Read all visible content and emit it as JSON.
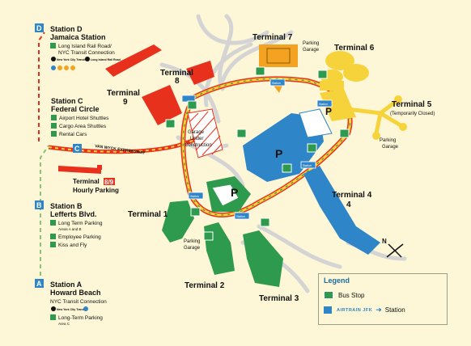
{
  "stations": {
    "d": {
      "badge": "D",
      "name": "Station D",
      "sub": "Jamaica Station",
      "items": [
        "Long Island Rail Road/",
        "NYC Transit Connection"
      ],
      "logos": [
        "New York City Transit",
        "Long Island Rail Road"
      ]
    },
    "c": {
      "badge": "C",
      "name": "Station C",
      "sub": "Federal Circle",
      "items": [
        "Airport Hotel Shuttles",
        "Cargo Area Shuttles",
        "Rental Cars"
      ]
    },
    "b": {
      "badge": "B",
      "name": "Station B",
      "sub": "Lefferts Blvd.",
      "items": [
        "Long Term Parking",
        "Areas A and B",
        "Employee Parking",
        "Kiss and Fly"
      ]
    },
    "a": {
      "badge": "A",
      "name": "Station A",
      "sub": "Howard Beach",
      "items": [
        "NYC Transit Connection",
        "Long-Term Parking",
        "Area C"
      ],
      "logos": [
        "New York City Transit"
      ]
    }
  },
  "terminals": {
    "t1": "Terminal 1",
    "t2": "Terminal 2",
    "t3": "Terminal 3",
    "t4": "Terminal 4",
    "t5": "Terminal 5",
    "t5_note": "(Temporarily Closed)",
    "t6": "Terminal 6",
    "t7": "Terminal 7",
    "t8": "Terminal",
    "t8n": "8",
    "t9": "Terminal",
    "t9n": "9",
    "t89": "Terminal",
    "t89n": "8/9",
    "t89_sub": "Hourly Parking"
  },
  "labels": {
    "parking_garage": "Parking Garage",
    "garage_construction": "Garage Under Construction",
    "van_wyck": "VAN WYCK EXPRESSWAY",
    "parking_p": "P",
    "north": "N"
  },
  "legend": {
    "title": "Legend",
    "bus_stop": "Bus Stop",
    "airtrain": "AIRTRAIN JFK",
    "station": "Station"
  },
  "colors": {
    "yellow": "#f7d33b",
    "red": "#e8311c",
    "green": "#2e9a4d",
    "blue": "#2e86c8",
    "orange": "#f4a321",
    "gray": "#d0d0d0",
    "beige": "#fdf7d7"
  }
}
